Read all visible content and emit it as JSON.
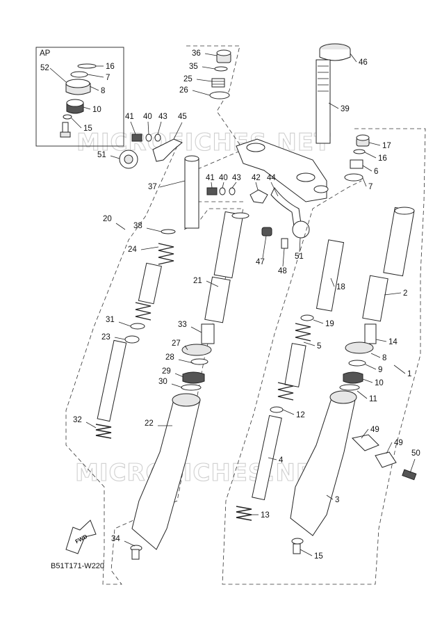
{
  "diagram": {
    "part_code": "B51T171-W220",
    "ap_box_label": "AP",
    "fwd_label": "FWD",
    "watermarks": [
      "MICROFICHES.NET",
      "MICROFICHES.NET"
    ],
    "callouts": [
      {
        "id": "c-ap-52",
        "label": "52"
      },
      {
        "id": "c-ap-16",
        "label": "16"
      },
      {
        "id": "c-ap-7",
        "label": "7"
      },
      {
        "id": "c-ap-8",
        "label": "8"
      },
      {
        "id": "c-ap-10",
        "label": "10"
      },
      {
        "id": "c-ap-15",
        "label": "15"
      },
      {
        "id": "c-36",
        "label": "36"
      },
      {
        "id": "c-35",
        "label": "35"
      },
      {
        "id": "c-25",
        "label": "25"
      },
      {
        "id": "c-26",
        "label": "26"
      },
      {
        "id": "c-46",
        "label": "46"
      },
      {
        "id": "c-39",
        "label": "39"
      },
      {
        "id": "c-41a",
        "label": "41"
      },
      {
        "id": "c-40a",
        "label": "40"
      },
      {
        "id": "c-43a",
        "label": "43"
      },
      {
        "id": "c-45",
        "label": "45"
      },
      {
        "id": "c-51a",
        "label": "51"
      },
      {
        "id": "c-37",
        "label": "37"
      },
      {
        "id": "c-41b",
        "label": "41"
      },
      {
        "id": "c-40b",
        "label": "40"
      },
      {
        "id": "c-43b",
        "label": "43"
      },
      {
        "id": "c-42",
        "label": "42"
      },
      {
        "id": "c-44",
        "label": "44"
      },
      {
        "id": "c-17",
        "label": "17"
      },
      {
        "id": "c-16",
        "label": "16"
      },
      {
        "id": "c-6",
        "label": "6"
      },
      {
        "id": "c-7",
        "label": "7"
      },
      {
        "id": "c-20",
        "label": "20"
      },
      {
        "id": "c-38",
        "label": "38"
      },
      {
        "id": "c-24",
        "label": "24"
      },
      {
        "id": "c-47",
        "label": "47"
      },
      {
        "id": "c-48",
        "label": "48"
      },
      {
        "id": "c-51b",
        "label": "51"
      },
      {
        "id": "c-21",
        "label": "21"
      },
      {
        "id": "c-18",
        "label": "18"
      },
      {
        "id": "c-2",
        "label": "2"
      },
      {
        "id": "c-31",
        "label": "31"
      },
      {
        "id": "c-33",
        "label": "33"
      },
      {
        "id": "c-19",
        "label": "19"
      },
      {
        "id": "c-23",
        "label": "23"
      },
      {
        "id": "c-27",
        "label": "27"
      },
      {
        "id": "c-5",
        "label": "5"
      },
      {
        "id": "c-14",
        "label": "14"
      },
      {
        "id": "c-28",
        "label": "28"
      },
      {
        "id": "c-8",
        "label": "8"
      },
      {
        "id": "c-9",
        "label": "9"
      },
      {
        "id": "c-29",
        "label": "29"
      },
      {
        "id": "c-1",
        "label": "1"
      },
      {
        "id": "c-30",
        "label": "30"
      },
      {
        "id": "c-10",
        "label": "10"
      },
      {
        "id": "c-11",
        "label": "11"
      },
      {
        "id": "c-12",
        "label": "12"
      },
      {
        "id": "c-32",
        "label": "32"
      },
      {
        "id": "c-22",
        "label": "22"
      },
      {
        "id": "c-49a",
        "label": "49"
      },
      {
        "id": "c-49b",
        "label": "49"
      },
      {
        "id": "c-50",
        "label": "50"
      },
      {
        "id": "c-4",
        "label": "4"
      },
      {
        "id": "c-3",
        "label": "3"
      },
      {
        "id": "c-13",
        "label": "13"
      },
      {
        "id": "c-34",
        "label": "34"
      },
      {
        "id": "c-15",
        "label": "15"
      }
    ]
  }
}
